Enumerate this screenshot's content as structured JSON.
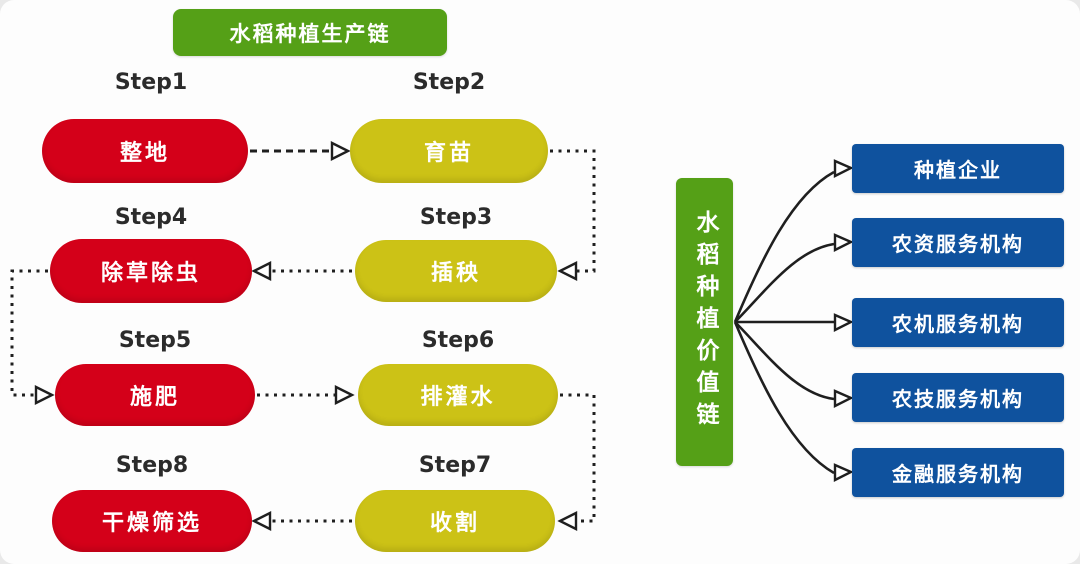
{
  "production_chain": {
    "title": "水稻种植生产链",
    "steps": [
      {
        "label": "Step1",
        "name": "整地",
        "color": "red"
      },
      {
        "label": "Step2",
        "name": "育苗",
        "color": "yellow"
      },
      {
        "label": "Step3",
        "name": "插秧",
        "color": "yellow"
      },
      {
        "label": "Step4",
        "name": "除草除虫",
        "color": "red"
      },
      {
        "label": "Step5",
        "name": "施肥",
        "color": "red"
      },
      {
        "label": "Step6",
        "name": "排灌水",
        "color": "yellow"
      },
      {
        "label": "Step7",
        "name": "收割",
        "color": "yellow"
      },
      {
        "label": "Step8",
        "name": "干燥筛选",
        "color": "red"
      }
    ],
    "flow_order": [
      "Step1",
      "Step2",
      "Step3",
      "Step4",
      "Step5",
      "Step6",
      "Step7",
      "Step8"
    ]
  },
  "value_chain": {
    "title": "水稻种植价值链",
    "entities": [
      "种植企业",
      "农资服务机构",
      "农机服务机构",
      "农技服务机构",
      "金融服务机构"
    ]
  },
  "colors": {
    "green": "#55a017",
    "red": "#d40019",
    "yellow": "#ccc216",
    "blue": "#0f529e",
    "arrow": "#1f1f1f"
  }
}
